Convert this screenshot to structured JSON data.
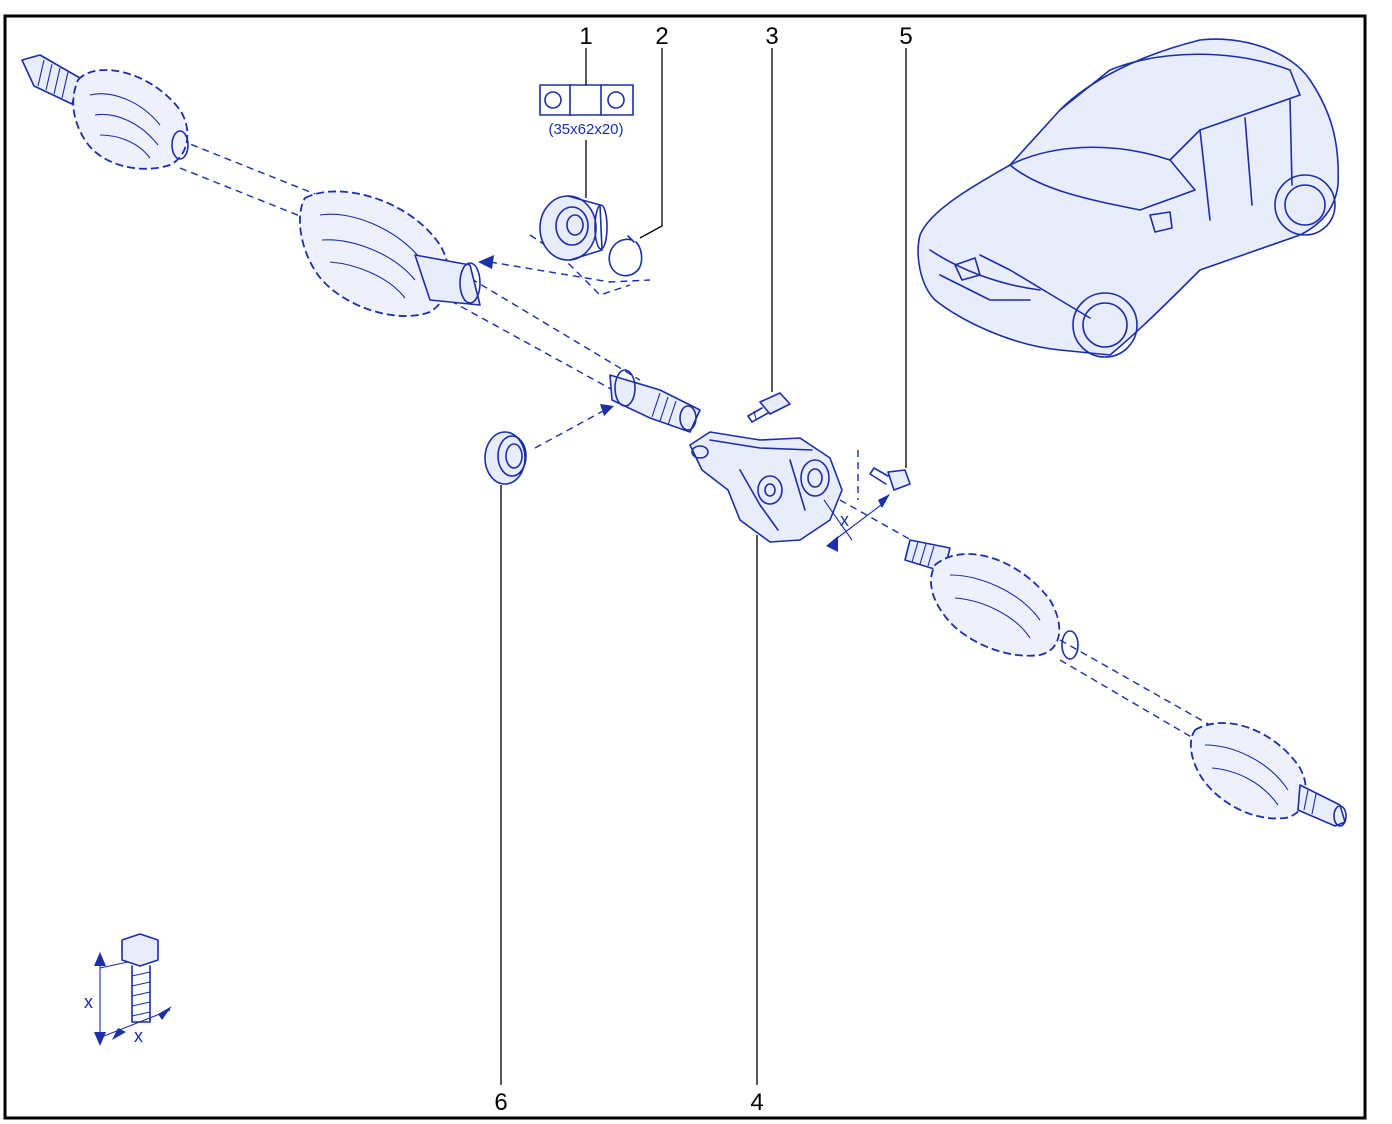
{
  "callouts": [
    {
      "id": "1",
      "label": "1",
      "part": "bearing"
    },
    {
      "id": "2",
      "label": "2",
      "part": "circlip"
    },
    {
      "id": "3",
      "label": "3",
      "part": "bolt"
    },
    {
      "id": "4",
      "label": "4",
      "part": "bearing-bracket"
    },
    {
      "id": "5",
      "label": "5",
      "part": "bolt"
    },
    {
      "id": "6",
      "label": "6",
      "part": "seal"
    }
  ],
  "bearing_spec": "(35x62x20)",
  "dimension_symbols": {
    "bracket_x": "x",
    "bolt_length_x": "x",
    "bolt_diameter_x": "x"
  },
  "colors": {
    "line_art": "#1a2fa8",
    "callout_text": "#000000",
    "border": "#000000",
    "background": "#ffffff"
  },
  "icons": [
    "bearing-symbol-icon",
    "car-silhouette-icon",
    "bolt-dimension-icon"
  ]
}
